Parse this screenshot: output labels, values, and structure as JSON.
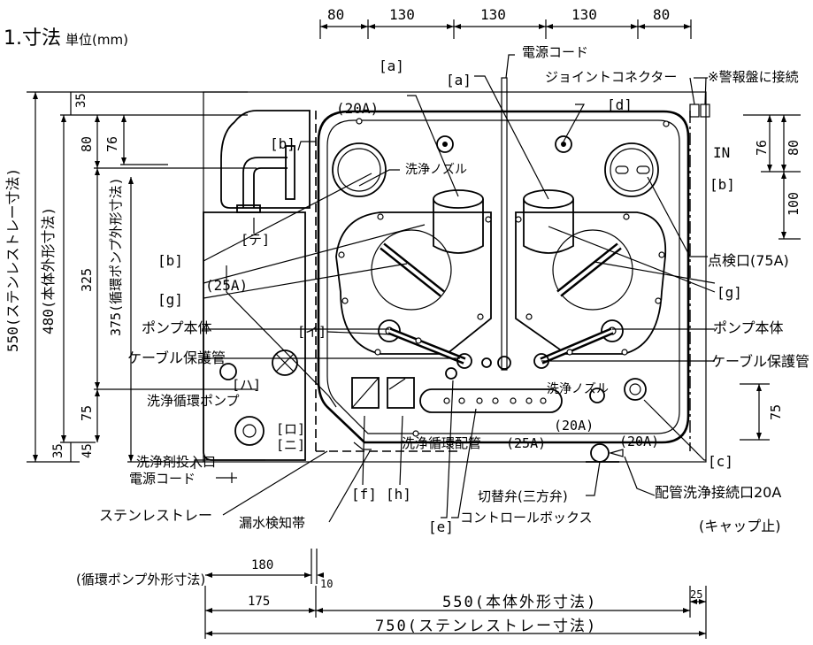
{
  "title": {
    "main": "1.寸法",
    "unit": "単位(mm)"
  },
  "top_dims": [
    "80",
    "130",
    "130",
    "130",
    "80"
  ],
  "left_dims": {
    "total_tray": "550(ステンレストレー寸法)",
    "total_body": "480(本体外形寸法)",
    "pump_outer": "375(循環ポンプ外形寸法)",
    "d35_top": "35",
    "d80": "80",
    "d76": "76",
    "d325": "325",
    "d75": "75",
    "d45": "45",
    "d35_bottom": "35"
  },
  "right_dims": {
    "d76": "76",
    "d80": "80",
    "d100": "100",
    "d75": "75"
  },
  "bottom_dims": {
    "pump_label": "(循環ポンプ外形寸法)",
    "d180": "180",
    "d10": "10",
    "d175": "175",
    "body": "550(本体外形寸法)",
    "d25": "25",
    "tray": "750(ステンレストレー寸法)"
  },
  "labels": {
    "power_cord_top": "電源コード",
    "joint_connector": "ジョイントコネクター",
    "alarm": "※警報盤に接続",
    "a1": "[a]",
    "a2": "[a]",
    "d": "[d]",
    "pipe20a_top": "(20A)",
    "b_top": "[b]",
    "in": "IN",
    "b_right": "[b]",
    "nozzle_top": "洗浄ノズル",
    "te": "[テ]",
    "b_left": "[b]",
    "a25": "(25A)",
    "g_left": "[g]",
    "inspection": "点検口(75A)",
    "g_right": "[g]",
    "pump_body_left": "ポンプ本体",
    "i": "[イ]",
    "pump_body_right": "ポンプ本体",
    "cable_left": "ケーブル保護管",
    "cable_right": "ケーブル保護管",
    "ha": "[ハ]",
    "circ_pump": "洗浄循環ポンプ",
    "nozzle_bottom": "洗浄ノズル",
    "ro": "[ロ]",
    "ni": "[ニ]",
    "detergent": "洗浄剤投入口",
    "power_cord_left": "電源コード",
    "circ_pipe": "洗浄循環配管",
    "a25_bottom": "(25A)",
    "a20_mid": "(20A)",
    "a20_right": "(20A)",
    "c": "[c]",
    "tray": "ステンレストレー",
    "leak": "漏水検知帯",
    "f": "[f]",
    "h": "[h]",
    "e": "[e]",
    "control_box": "コントロールボックス",
    "valve": "切替弁(三方弁)",
    "pipe_connect": "配管洗浄接続口20A",
    "cap": "(キャップ止)"
  }
}
